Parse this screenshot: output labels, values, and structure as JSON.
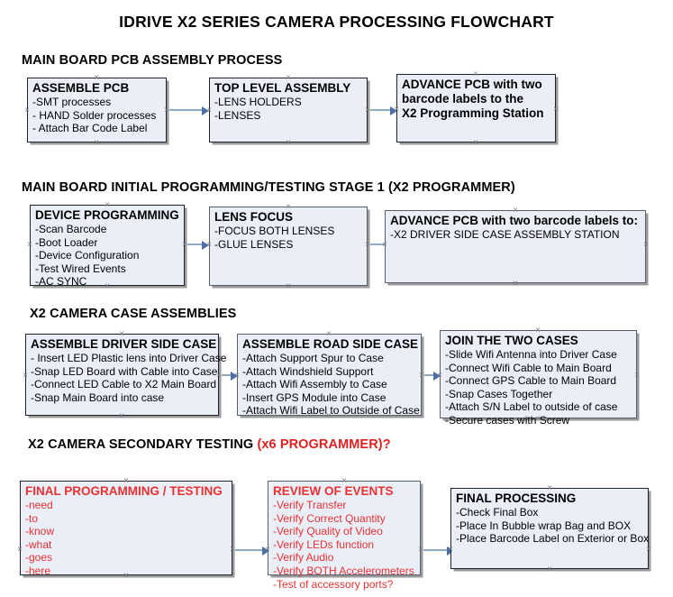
{
  "document": {
    "title": "IDRIVE X2  SERIES CAMERA PROCESSING FLOWCHART"
  },
  "colors": {
    "box_fill": "#e9eef7",
    "box_border": "#20222b",
    "accent_red": "#e83232",
    "arrow_line": "#8fa9c4",
    "arrow_head": "#4a6fa5",
    "text": "#000000"
  },
  "sections": [
    {
      "id": "main-board-pcb-assembly-process",
      "heading": "MAIN BOARD PCB ASSEMBLY PROCESS",
      "nodes": [
        {
          "id": "assemble-pcb",
          "title": "ASSEMBLE PCB",
          "lines": [
            "-SMT processes",
            "- HAND Solder processes",
            "- Attach Bar Code Label"
          ]
        },
        {
          "id": "top-level-assembly",
          "title": "TOP LEVEL ASSEMBLY",
          "lines": [
            "-LENS HOLDERS",
            "-LENSES"
          ]
        },
        {
          "id": "advance-pcb-x2-programming-station",
          "title": "ADVANCE PCB with two",
          "lines": [
            "barcode labels to the",
            " X2 Programming Station"
          ]
        }
      ]
    },
    {
      "id": "main-board-initial-programming-testing-stage-1",
      "heading": "MAIN BOARD INITIAL PROGRAMMING/TESTING STAGE 1 (X2 PROGRAMMER)",
      "nodes": [
        {
          "id": "device-programming",
          "title": "DEVICE PROGRAMMING",
          "lines": [
            "-Scan Barcode",
            "-Boot Loader",
            "-Device Configuration",
            "-Test Wired Events",
            "-AC SYNC"
          ]
        },
        {
          "id": "lens-focus",
          "title": "LENS FOCUS",
          "lines": [
            "-FOCUS BOTH LENSES",
            "-GLUE LENSES"
          ]
        },
        {
          "id": "advance-pcb-driver-side-case-assembly-station",
          "title": "ADVANCE PCB with two barcode labels to:",
          "lines": [
            "-X2 DRIVER  SIDE  CASE  ASSEMBLY STATION"
          ]
        }
      ]
    },
    {
      "id": "x2-camera-case-assemblies",
      "heading": "X2 CAMERA CASE ASSEMBLIES",
      "nodes": [
        {
          "id": "assemble-driver-side-case",
          "title": "ASSEMBLE DRIVER SIDE CASE",
          "lines": [
            "- Insert LED Plastic lens into Driver Case",
            "-Snap LED Board with Cable into Case",
            "-Connect LED Cable to X2 Main Board",
            "-Snap Main Board into case"
          ]
        },
        {
          "id": "assemble-road-side-case",
          "title": "ASSEMBLE ROAD SIDE CASE",
          "lines": [
            "-Attach Support Spur to Case",
            "-Attach Windshield Support",
            "-Attach Wifi Assembly to Case",
            "-Insert GPS Module into Case",
            "-Attach Wifi Label to Outside of Case"
          ]
        },
        {
          "id": "join-the-two-cases",
          "title": "JOIN THE TWO CASES",
          "lines": [
            "-Slide Wifi Antenna into Driver Case",
            "-Connect Wifi Cable to Main Board",
            "-Connect GPS Cable to Main Board",
            "-Snap Cases Together",
            "-Attach S/N Label to outside of case",
            "-Secure cases with Screw"
          ]
        }
      ]
    },
    {
      "id": "x2-camera-secondary-testing",
      "heading": "X2 CAMERA SECONDARY TESTING ",
      "heading_accent": "(x6 PROGRAMMER)?",
      "nodes": [
        {
          "id": "final-programming-testing",
          "title": "FINAL PROGRAMMING / TESTING",
          "lines": [
            "-need",
            "-to",
            "-know",
            "-what",
            "-goes",
            "-here"
          ]
        },
        {
          "id": "review-of-events",
          "title": "REVIEW OF EVENTS",
          "lines": [
            "-Verify Transfer",
            "-Verify Correct Quantity",
            "-Verify Quality of Video",
            "-Verify LEDs function",
            "-Verify Audio",
            "-Verify BOTH Accelerometers",
            "-Test of accessory ports?"
          ]
        },
        {
          "id": "final-processing",
          "title": "FINAL PROCESSING",
          "lines": [
            " -Check Final Box",
            "-Place In Bubble wrap Bag and BOX",
            "-Place Barcode Label on Exterior or Box"
          ]
        }
      ]
    }
  ]
}
